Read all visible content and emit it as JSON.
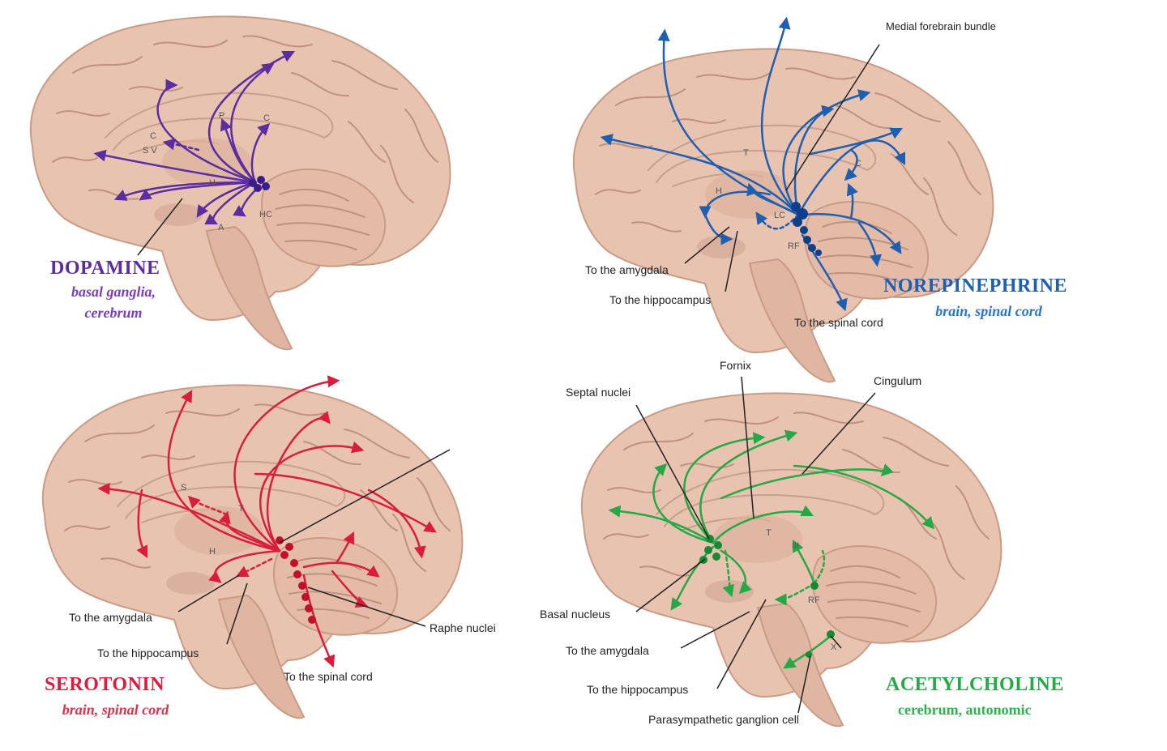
{
  "colors": {
    "brain": "#e8c3b0",
    "brain_shade": "#d6a995",
    "fold": "#bf9280",
    "dopamine": "#5b2d9e",
    "norepinephrine": "#1f5fb0",
    "serotonin": "#d81e3c",
    "acetylcholine": "#25a846",
    "leader": "#222222"
  },
  "panels": {
    "dopamine": {
      "title": "DOPAMINE",
      "sub1": "basal ganglia,",
      "sub2": "cerebrum",
      "marks": {
        "c": "C",
        "sv": "S V",
        "p": "P",
        "c2": "C",
        "h": "H",
        "hc": "HC",
        "a": "A"
      }
    },
    "norepinephrine": {
      "title": "NOREPINEPHRINE",
      "sub": "brain, spinal cord",
      "marks": {
        "t": "T",
        "h": "H",
        "lc": "LC",
        "rf": "RF",
        "c": "C"
      },
      "labels": {
        "mfb": "Medial forebrain bundle",
        "amygdala": "To the amygdala",
        "hippocampus": "To the hippocampus",
        "spinal": "To the spinal cord"
      }
    },
    "serotonin": {
      "title": "SEROTONIN",
      "sub": "brain, spinal cord",
      "marks": {
        "s": "S",
        "t": "T",
        "h": "H"
      },
      "labels": {
        "amygdala": "To the amygdala",
        "hippocampus": "To the hippocampus",
        "spinal": "To the spinal cord",
        "raphe": "Raphe nuclei"
      }
    },
    "acetylcholine": {
      "title": "ACETYLCHOLINE",
      "sub": "cerebrum, autonomic",
      "marks": {
        "t": "T",
        "iii": "III",
        "rf": "RF",
        "x": "X"
      },
      "labels": {
        "fornix": "Fornix",
        "septal": "Septal nuclei",
        "cingulum": "Cingulum",
        "basal": "Basal nucleus",
        "amygdala": "To the amygdala",
        "hippocampus": "To the hippocampus",
        "ganglion": "Parasympathetic ganglion cell"
      }
    }
  }
}
